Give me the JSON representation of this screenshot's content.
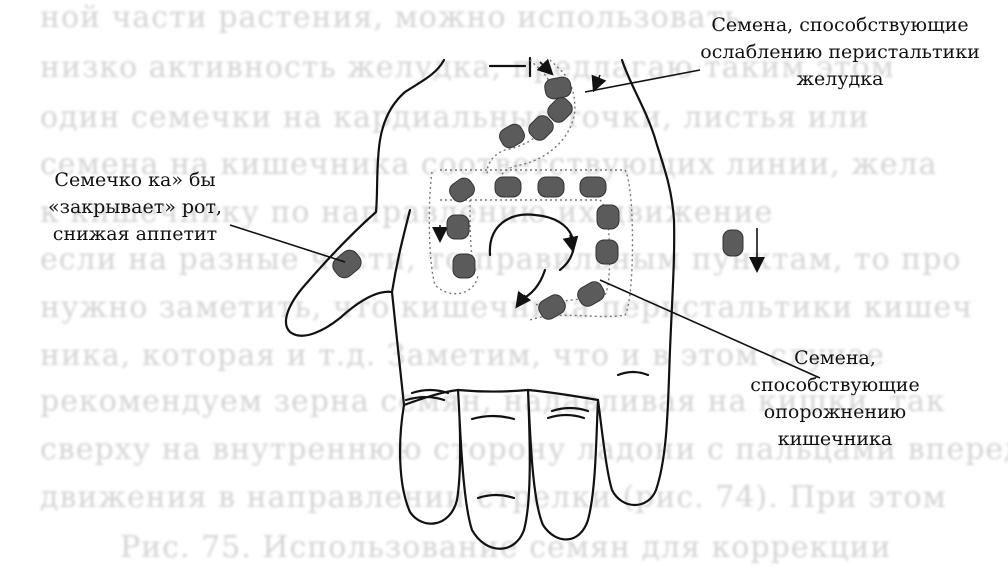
{
  "labels": {
    "stomach": [
      "Семена, способствующие",
      "ослаблению перистальтики",
      "желудка"
    ],
    "appetite": [
      "Семечко ка» бы",
      "«закрывает» рот,",
      "снижая аппетит"
    ],
    "bowel": [
      "Семена,",
      "способствующие",
      "опорожнению",
      "кишечника"
    ]
  },
  "background_text": [
    "ной части растения, можно использовать",
    "низко активность желудка, предлагаю таким этом",
    "один семечки на кардиальные точки, листья или",
    "семена на кишечника соответствующих линии, жела",
    "к кишечнику по направлению их движение",
    "если на разные части, то правильным пунктам, то про",
    "нужно заметить, что кишечника перистальтики кишеч",
    "ника, которая и т.д. Заметим, что и в этом случае",
    "рекомендуем зерна семян, надавливая на кишки, так",
    "сверху на внутреннюю сторону ладони с пальцами вперед",
    "движения в направлении стрелки (рис. 74). При этом",
    "Рис. 75. Использование семян для коррекции"
  ],
  "colors": {
    "line": "#111111",
    "seed": "#5b5b5b",
    "bg_text": "#d4d4d4"
  }
}
